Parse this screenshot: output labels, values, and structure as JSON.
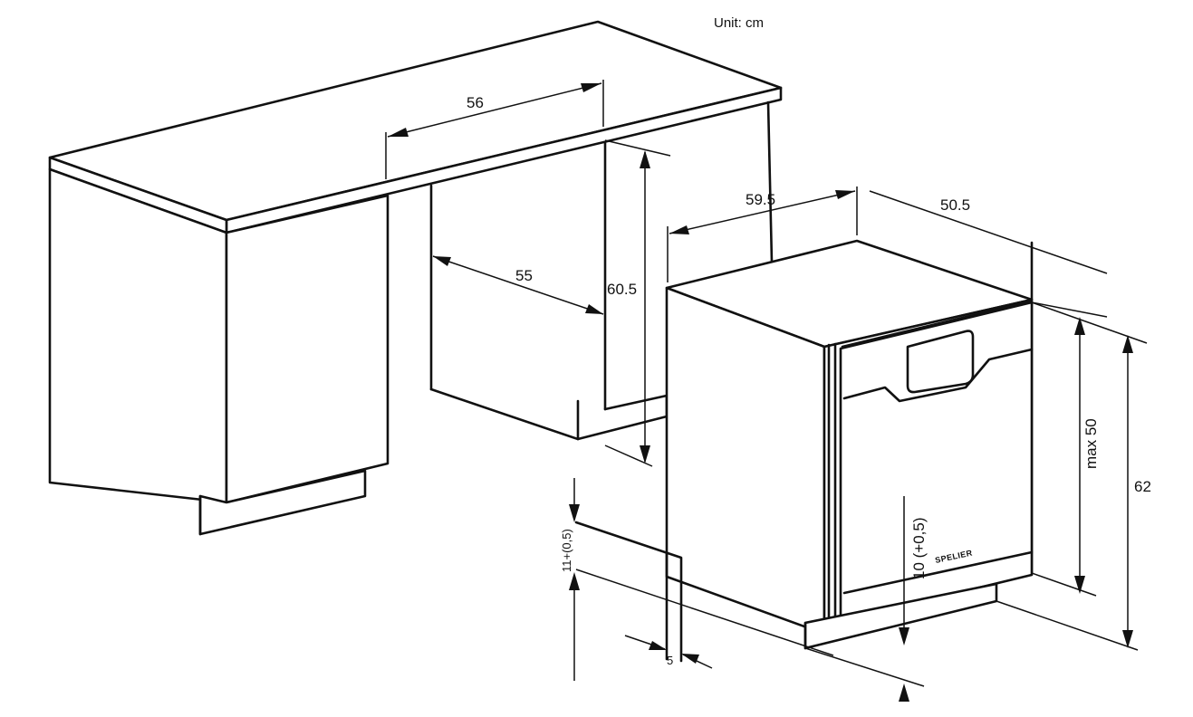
{
  "unit_label": "Unit: cm",
  "brand_label": "SPELIER",
  "dimensions": {
    "niche_width": "56",
    "niche_depth": "55",
    "niche_height": "60.5",
    "appliance_width": "59.5",
    "appliance_depth": "50.5",
    "door_height": "max 50",
    "total_height": "62",
    "door_clearance": "10 (+0,5)",
    "plinth_height": "11+(0,5)",
    "plinth_recess": "5"
  }
}
